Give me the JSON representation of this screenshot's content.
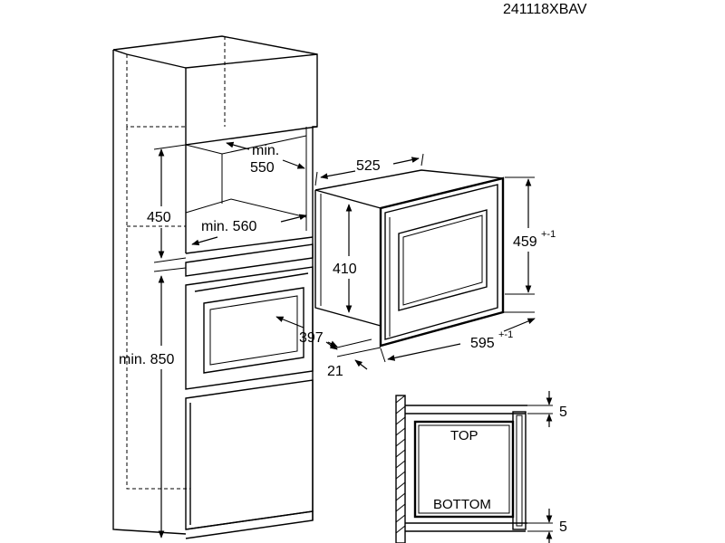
{
  "drawing_code": "241118XBAV",
  "cabinet": {
    "min_550": "min.\n550",
    "min_550_line1": "min.",
    "min_550_line2": "550",
    "dim_450": "450",
    "min_560": "min. 560",
    "min_850": "min. 850"
  },
  "appliance": {
    "dim_525": "525",
    "dim_459": "459",
    "dim_459_tol": "+-1",
    "dim_410": "410",
    "dim_397": "397",
    "dim_595": "595",
    "dim_595_tol": "+-1",
    "dim_21": "21"
  },
  "section": {
    "top_label": "TOP",
    "bottom_label": "BOTTOM",
    "gap_top": "5",
    "gap_bottom": "5"
  }
}
